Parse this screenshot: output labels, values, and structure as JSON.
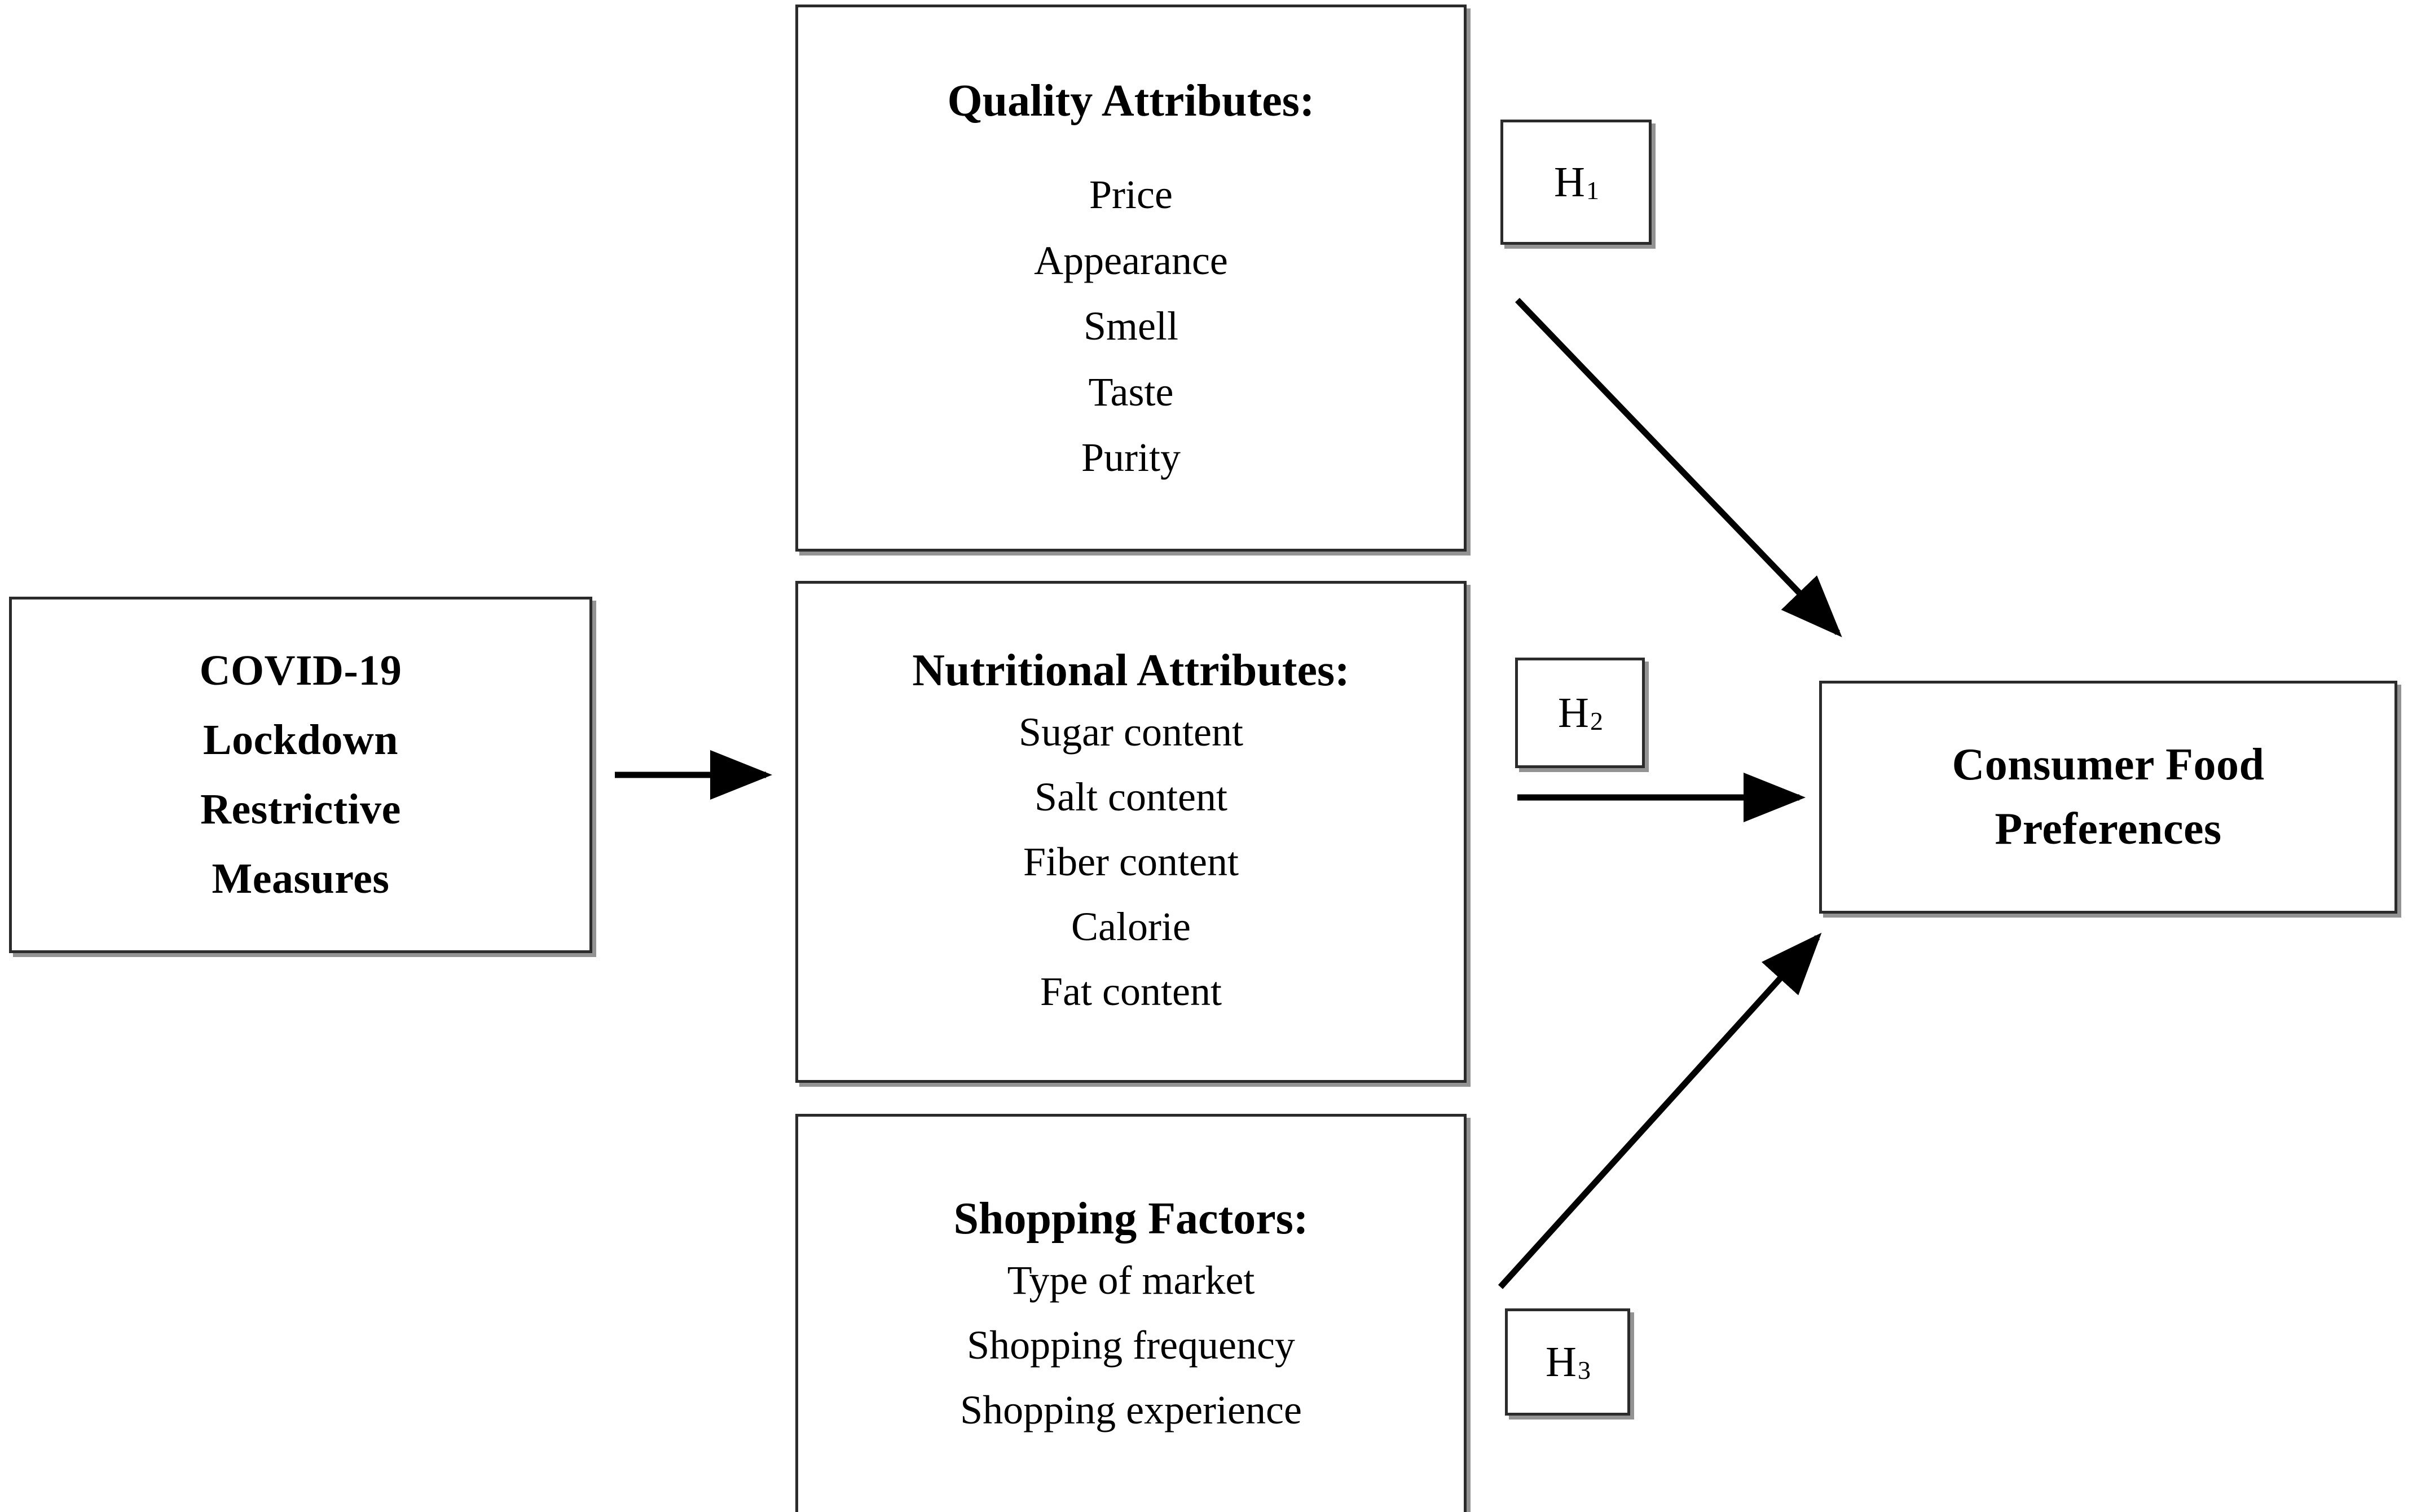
{
  "diagram": {
    "title": "COVID-19 Lockdown Restrictive Measures and Consumer Food Preferences Conceptual Framework",
    "colors": {
      "background": "#ffffff",
      "box_border": "#2b2b2b",
      "box_shadow": "#808080",
      "text": "#000000",
      "arrow": "#000000"
    }
  },
  "source": {
    "lines": [
      "COVID-19",
      "Lockdown",
      "Restrictive",
      "Measures"
    ]
  },
  "mediators": [
    {
      "id": "quality",
      "title": "Quality Attributes:",
      "items": [
        "Price",
        "Appearance",
        "Smell",
        "Taste",
        "Purity"
      ]
    },
    {
      "id": "nutrition",
      "title": "Nutritional Attributes:",
      "items": [
        "Sugar content",
        "Salt content",
        "Fiber content",
        "Calorie",
        "Fat content"
      ]
    },
    {
      "id": "shopping",
      "title": "Shopping Factors:",
      "items": [
        "Type of market",
        "Shopping frequency",
        "Shopping experience"
      ]
    }
  ],
  "hypotheses": [
    {
      "id": "h1",
      "base": "H",
      "subscript": "1"
    },
    {
      "id": "h2",
      "base": "H",
      "subscript": "2"
    },
    {
      "id": "h3",
      "base": "H",
      "subscript": "3"
    }
  ],
  "outcome": {
    "lines": [
      "Consumer Food",
      "Preferences"
    ]
  },
  "connectors": [
    {
      "name": "source-to-mediators",
      "from": "COVID-19 Lockdown Restrictive Measures",
      "to": "Nutritional Attributes",
      "style": "straight-horizontal"
    },
    {
      "name": "quality-to-outcome",
      "from": "Quality Attributes",
      "to": "Consumer Food Preferences",
      "style": "diagonal-down-right",
      "label": "H1"
    },
    {
      "name": "nutrition-to-outcome",
      "from": "Nutritional Attributes",
      "to": "Consumer Food Preferences",
      "style": "straight-horizontal",
      "label": "H2"
    },
    {
      "name": "shopping-to-outcome",
      "from": "Shopping Factors",
      "to": "Consumer Food Preferences",
      "style": "diagonal-up-right",
      "label": "H3"
    }
  ]
}
